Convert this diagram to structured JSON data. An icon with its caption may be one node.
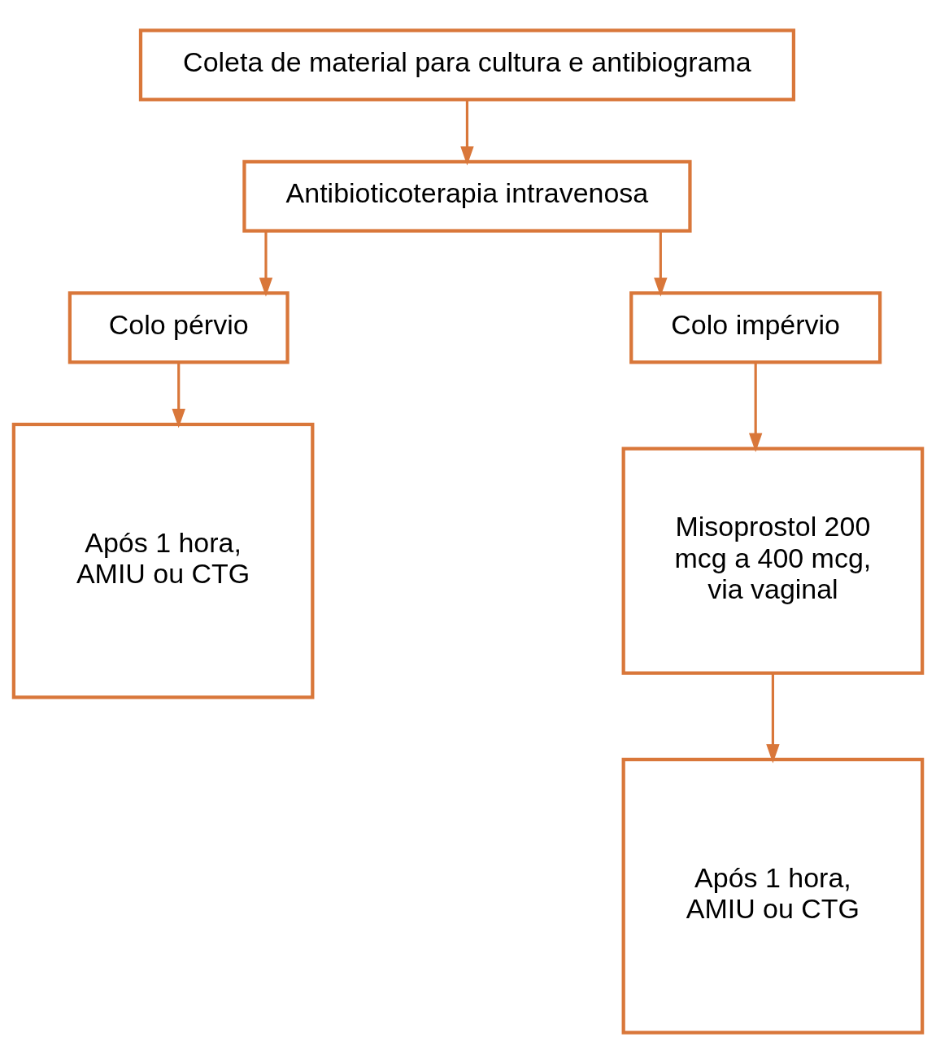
{
  "diagram": {
    "nodes": [
      {
        "text": [
          "Coleta de material para cultura e antibiograma"
        ]
      },
      {
        "text": [
          "Antibioticoterapia intravenosa"
        ]
      },
      {
        "text": [
          "Colo pérvio"
        ]
      },
      {
        "text": [
          "Colo impérvio"
        ]
      },
      {
        "text": [
          "Após 1 hora, AMIU ou CTG"
        ]
      },
      {
        "text": [
          "Misoprostol 200 mcg a 400 mcg, via vaginal"
        ]
      },
      {
        "text": [
          "Após 1 hora, AMIU ou CTG"
        ]
      }
    ],
    "edges": [
      {
        "from": 0,
        "to": 1,
        "arrow": "to"
      },
      {
        "from": 1,
        "to": 2,
        "arrow": "to"
      },
      {
        "from": 1,
        "to": 3,
        "arrow": "to"
      },
      {
        "from": 2,
        "to": 4,
        "arrow": "to"
      },
      {
        "from": 3,
        "to": 5,
        "arrow": "to"
      },
      {
        "from": 5,
        "to": 6,
        "arrow": "to"
      }
    ]
  }
}
